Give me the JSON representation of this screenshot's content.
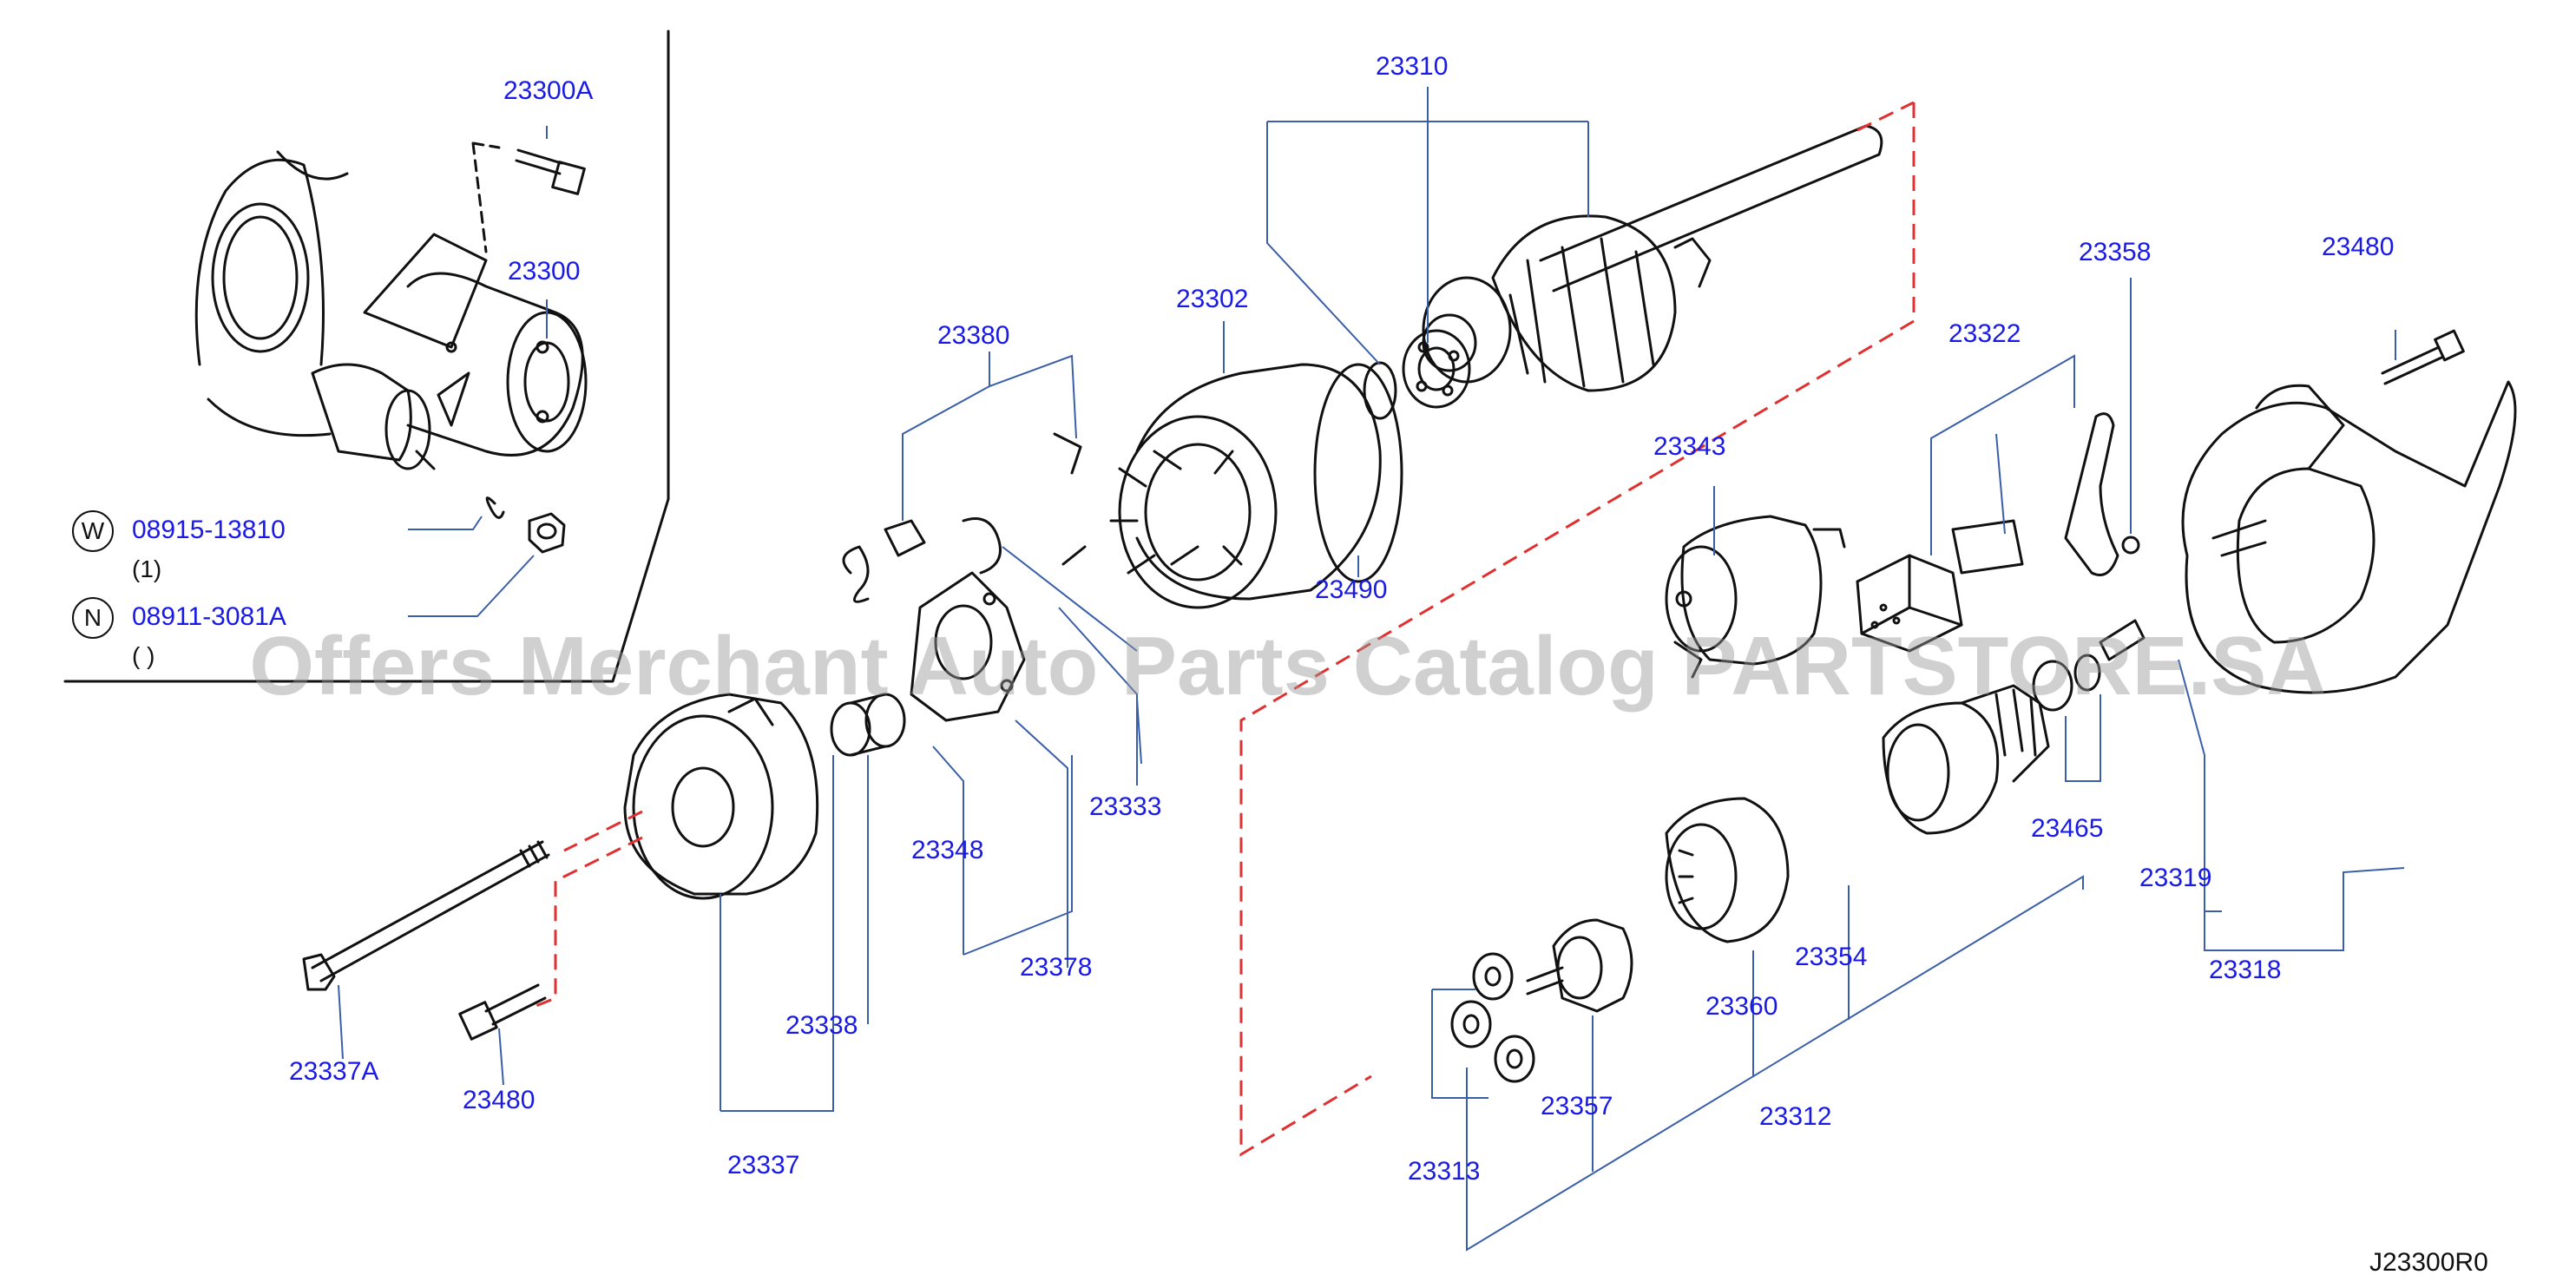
{
  "diagram": {
    "code": "J23300R0",
    "watermark": "Offers Merchant Auto Parts Catalog PARTSTORE.SA",
    "colors": {
      "callout": "#1a1ae6",
      "leader": "#3a5fa8",
      "drawing": "#111111",
      "dashed": "#e03030"
    },
    "inset_hardware": [
      {
        "symbol": "W",
        "part": "08915-13810",
        "qty": "(1)"
      },
      {
        "symbol": "N",
        "part": "08911-3081A",
        "qty": "( )"
      }
    ],
    "callouts": {
      "p23300A": "23300A",
      "p23300": "23300",
      "p23310": "23310",
      "p23302": "23302",
      "p23380": "23380",
      "p23358": "23358",
      "p23480a": "23480",
      "p23322": "23322",
      "p23343": "23343",
      "p23490": "23490",
      "p23333": "23333",
      "p23348": "23348",
      "p23378": "23378",
      "p23465": "23465",
      "p23319": "23319",
      "p23318": "23318",
      "p23354": "23354",
      "p23360": "23360",
      "p23312": "23312",
      "p23357": "23357",
      "p23313": "23313",
      "p23338": "23338",
      "p23337A": "23337A",
      "p23480b": "23480",
      "p23337": "23337"
    }
  }
}
